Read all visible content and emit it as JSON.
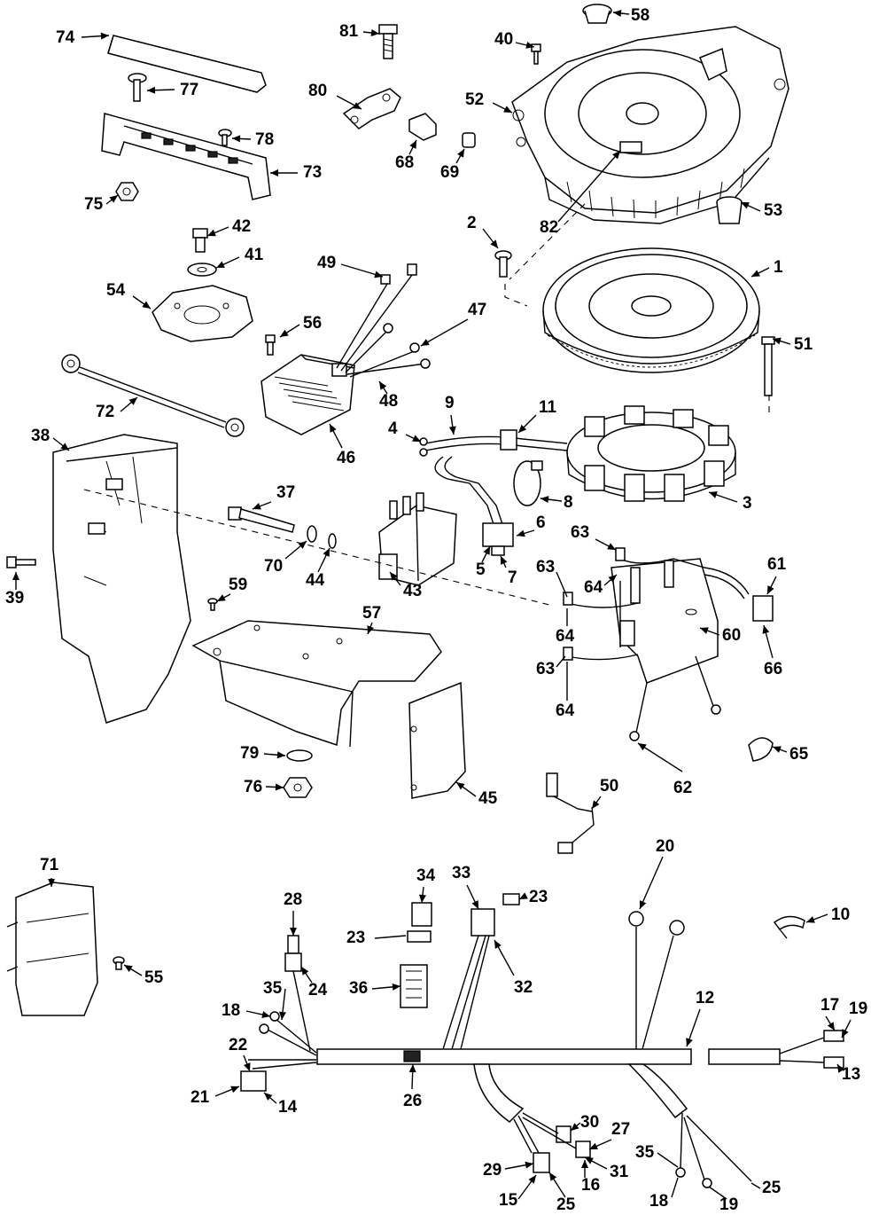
{
  "callouts": [
    "1",
    "2",
    "3",
    "4",
    "5",
    "6",
    "7",
    "8",
    "9",
    "10",
    "11",
    "12",
    "13",
    "14",
    "15",
    "16",
    "17",
    "18",
    "19",
    "20",
    "21",
    "22",
    "23",
    "24",
    "25",
    "26",
    "27",
    "28",
    "29",
    "30",
    "31",
    "32",
    "33",
    "34",
    "35",
    "36",
    "37",
    "38",
    "39",
    "40",
    "41",
    "42",
    "43",
    "44",
    "45",
    "46",
    "47",
    "48",
    "49",
    "50",
    "51",
    "52",
    "53",
    "54",
    "55",
    "56",
    "57",
    "58",
    "59",
    "60",
    "61",
    "62",
    "63",
    "64",
    "65",
    "66",
    "68",
    "69",
    "70",
    "71",
    "72",
    "73",
    "74",
    "75",
    "76",
    "77",
    "78",
    "79",
    "80",
    "81",
    "82"
  ]
}
